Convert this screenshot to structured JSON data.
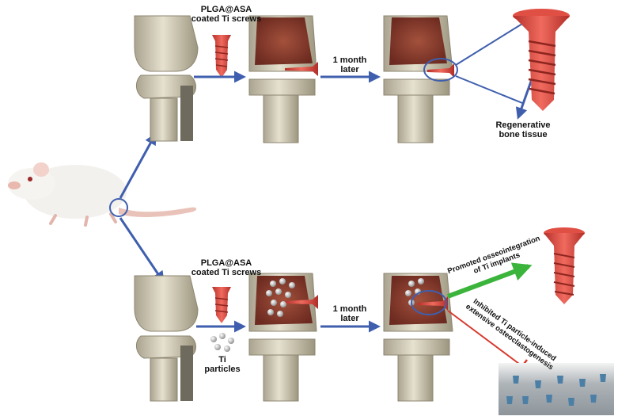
{
  "top_row": {
    "screw_label_line1": "PLGA@ASA",
    "screw_label_line2": "coated Ti screws",
    "time_label_line1": "1 month",
    "time_label_line2": "later",
    "outcome_line1": "Regenerative",
    "outcome_line2": "bone tissue"
  },
  "bottom_row": {
    "screw_label_line1": "PLGA@ASA",
    "screw_label_line2": "coated Ti screws",
    "particle_label_line1": "Ti",
    "particle_label_line2": "particles",
    "time_label_line1": "1 month",
    "time_label_line2": "later",
    "promoted_line1": "Promoted osseointegration",
    "promoted_line2": "of Ti implants",
    "inhibited_line1": "Inhibited Ti particle-induced",
    "inhibited_line2": "extensive osteoclastogenesis"
  },
  "colors": {
    "arrow_blue": "#3f5fae",
    "screw_red": "#d9423a",
    "bone": "#d8d2bd",
    "marrow": "#8a3a2c",
    "promote_green": "#3bb43b",
    "inhibit_red": "#d83a2e",
    "background_panel": "#8e969c"
  }
}
